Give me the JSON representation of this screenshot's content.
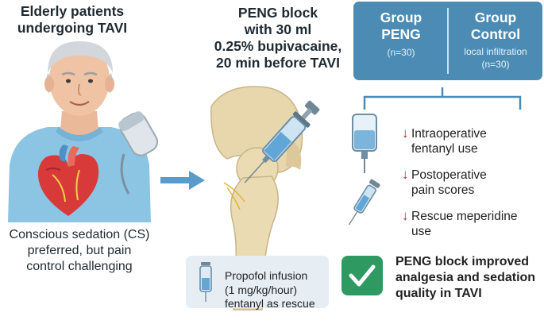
{
  "title_left": {
    "line1": "Elderly patients",
    "line2": "undergoing TAVI"
  },
  "peng": {
    "line1": "PENG block",
    "line2": "with 30 ml",
    "line3": "0.25% bupivacaine,",
    "line4": "20 min before TAVI"
  },
  "sedation": {
    "line1": "Conscious sedation (CS)",
    "line2": "preferred, but pain",
    "line3": "control challenging"
  },
  "groups": {
    "peng": {
      "name_line1": "Group",
      "name_line2": "PENG",
      "n": "(n=30)"
    },
    "control": {
      "name_line1": "Group",
      "name_line2": "Control",
      "sub": "local infiltration",
      "n": "(n=30)"
    }
  },
  "outcomes": [
    {
      "line1": "Intraoperative",
      "line2": "fentanyl use"
    },
    {
      "line1": "Postoperative",
      "line2": "pain scores"
    },
    {
      "line1": "Rescue meperidine",
      "line2": "use"
    }
  ],
  "propofol": {
    "line1": "Propofol infusion",
    "line2": "(1 mg/kg/hour)",
    "line3": "fentanyl as rescue"
  },
  "conclusion": {
    "line1": "PENG block improved",
    "line2": "analgesia and sedation",
    "line3": "quality in TAVI"
  },
  "colors": {
    "group_box": "#4b8bb4",
    "down_arrow": "#b2282e",
    "check_box": "#2e9a62",
    "arrow_blue": "#5a9cc9"
  },
  "icons": {
    "patient": "elderly-patient-illustration",
    "heart": "heart-illustration",
    "probe": "ultrasound-probe-icon",
    "hip": "hip-bone-illustration",
    "syringe": "syringe-icon",
    "iv_bag": "iv-bag-icon",
    "check": "check-icon"
  }
}
